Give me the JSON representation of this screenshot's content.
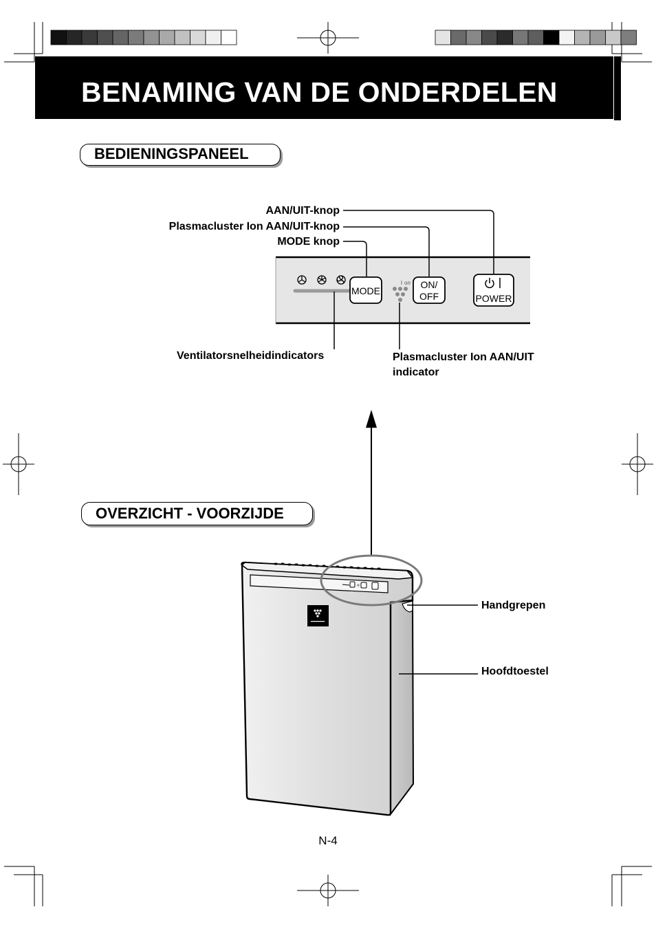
{
  "page": {
    "title": "BENAMING VAN DE ONDERDELEN",
    "page_number": "N-4"
  },
  "sections": {
    "control_panel": "BEDIENINGSPANEEL",
    "front_overview": "OVERZICHT - VOORZIJDE"
  },
  "control_panel_labels": {
    "power_button": "AAN/UIT-knop",
    "ion_button": "Plasmacluster Ion AAN/UIT-knop",
    "mode_button": "MODE knop",
    "fan_indicators": "Ventilatorsnelheidindicators",
    "ion_indicator_line1": "Plasmacluster Ion AAN/UIT",
    "ion_indicator_line2": "indicator"
  },
  "panel_buttons": {
    "mode": "MODE",
    "ion_on_line1": "ON/",
    "ion_on_line2": "OFF",
    "power": "POWER",
    "ion_symbol": "on"
  },
  "front_labels": {
    "handles": "Handgrepen",
    "main_unit": "Hoofdtoestel"
  },
  "colors": {
    "banner": "#000000",
    "panel": "#e6e6e6",
    "unit_body": "#e2e2e2",
    "color_bar_left": [
      "#111111",
      "#262626",
      "#3a3a3a",
      "#4f4f4f",
      "#656565",
      "#7b7b7b",
      "#929292",
      "#a9a9a9",
      "#c1c1c1",
      "#d9d9d9",
      "#f0f0f0",
      "#ffffff"
    ],
    "color_bar_right": [
      "#e4e4e4",
      "#6a6a6a",
      "#888888",
      "#4a4a4a",
      "#2b2b2b",
      "#777777",
      "#5e5e5e",
      "#000000",
      "#f4f4f4",
      "#b4b4b4",
      "#9a9a9a",
      "#c8c8c8",
      "#7e7e7e"
    ]
  }
}
